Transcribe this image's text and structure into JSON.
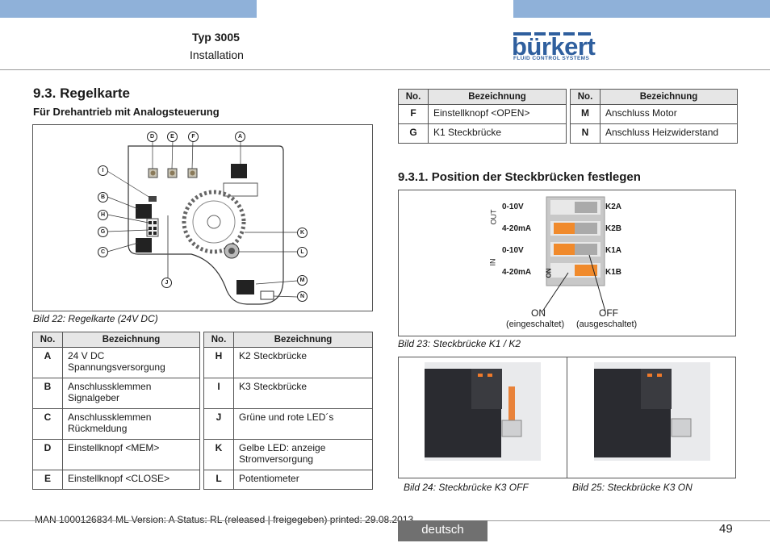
{
  "header": {
    "title": "Typ 3005",
    "subtitle": "Installation",
    "logo_text": "bürkert",
    "logo_tagline": "FLUID CONTROL SYSTEMS"
  },
  "section": {
    "title": "9.3.  Regelkarte",
    "subtitle": "Für Drehantrieb mit Analogsteuerung"
  },
  "figure22": {
    "caption": "Bild 22:   Regelkarte (24V DC)",
    "callouts": [
      "D",
      "E",
      "F",
      "A",
      "I",
      "B",
      "H",
      "G",
      "C",
      "J",
      "K",
      "L",
      "M",
      "N"
    ]
  },
  "table_left": {
    "headers": [
      "No.",
      "Bezeichnung",
      "No.",
      "Bezeichnung"
    ],
    "rows": [
      {
        "n1": "A",
        "d1": "24 V DC Spannungsversorgung",
        "n2": "H",
        "d2": "K2 Steckbrücke"
      },
      {
        "n1": "B",
        "d1": "Anschlussklemmen Signalgeber",
        "n2": "I",
        "d2": "K3 Steckbrücke"
      },
      {
        "n1": "C",
        "d1": "Anschlussklemmen Rückmeldung",
        "n2": "J",
        "d2": "Grüne und rote LED´s"
      },
      {
        "n1": "D",
        "d1": "Einstellknopf <MEM>",
        "n2": "K",
        "d2": "Gelbe LED: anzeige Stromversorgung"
      },
      {
        "n1": "E",
        "d1": "Einstellknopf <CLOSE>",
        "n2": "L",
        "d2": "Potentiometer"
      }
    ]
  },
  "table_right": {
    "headers": [
      "No.",
      "Bezeichnung",
      "No.",
      "Bezeichnung"
    ],
    "rows": [
      {
        "n1": "F",
        "d1": "Einstellknopf <OPEN>",
        "n2": "M",
        "d2": "Anschluss Motor"
      },
      {
        "n1": "G",
        "d1": "K1 Steckbrücke",
        "n2": "N",
        "d2": "Anschluss Heizwiderstand"
      }
    ]
  },
  "subsection": {
    "title": "9.3.1.     Position der Steckbrücken festlegen"
  },
  "figure23": {
    "caption": "Bild 23:   Steckbrücke K1 / K2",
    "left_labels": [
      "0-10V",
      "4-20mA",
      "0-10V",
      "4-20mA"
    ],
    "right_labels": [
      "K2A",
      "K2B",
      "K1A",
      "K1B"
    ],
    "side_out": "OUT",
    "side_in": "IN",
    "on_marker": "ON",
    "on_label": "ON",
    "off_label": "OFF",
    "on_sub": "(eingeschaltet)",
    "off_sub": "(ausgeschaltet)"
  },
  "figure24": {
    "caption": "Bild 24:   Steckbrücke K3 OFF"
  },
  "figure25": {
    "caption": "Bild 25:   Steckbrücke K3 ON"
  },
  "footer": {
    "doc_info": "MAN  1000126834  ML  Version: A Status: RL (released | freigegeben)  printed: 29.08.2013",
    "language": "deutsch",
    "page": "49"
  }
}
